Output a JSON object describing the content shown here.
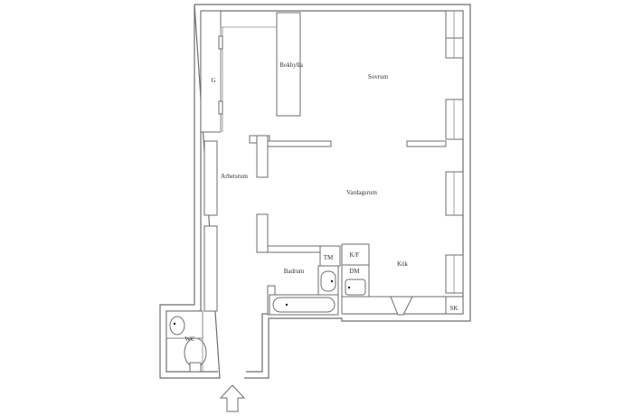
{
  "rooms": {
    "bokhylla": "Bokhylla",
    "sovrum": "Sovrum",
    "g": "G",
    "arbetsrum": "Arbetsrum",
    "vardagsrum": "Vardagsrum",
    "kf": "K/F",
    "tm": "TM",
    "dm": "DM",
    "badrum": "Badrum",
    "kok": "Kök",
    "sk": "SK",
    "wc": "WC"
  },
  "entrance": {
    "icon": "entrance-arrow-icon"
  }
}
